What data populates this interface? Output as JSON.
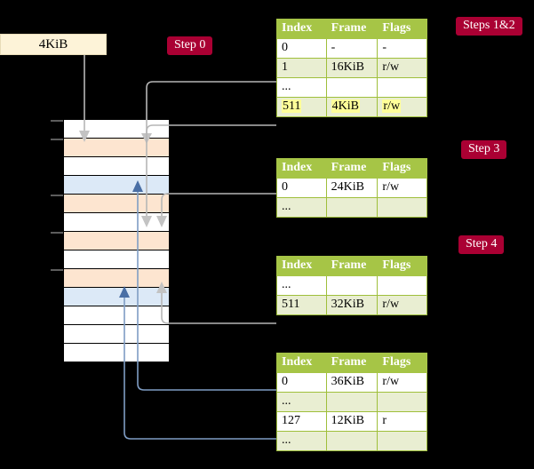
{
  "diagram": {
    "title_source_box": "4KiB",
    "badges": [
      {
        "name": "step-0",
        "label": "Step 0"
      },
      {
        "name": "steps-1-2",
        "label": "Steps 1&2"
      },
      {
        "name": "step-3",
        "label": "Step 3"
      },
      {
        "name": "step-4",
        "label": "Step 4"
      }
    ],
    "colors": {
      "background": "#000000",
      "table_header": "#a6c546",
      "table_alt_row": "#e9eed2",
      "badge": "#aa0033",
      "source_box": "#fdf3d8",
      "mem_orange": "#fde5d0",
      "mem_blue": "#dce9f7",
      "highlight": "#ffff99",
      "wire_gray": "#b6b6b6",
      "wire_blue": "#7f9dc4"
    },
    "memory_column": {
      "name": "physical-memory-column",
      "rows": [
        {
          "fill": "white",
          "tick": true
        },
        {
          "fill": "orange",
          "tick": true
        },
        {
          "fill": "white",
          "tick": false
        },
        {
          "fill": "blue",
          "tick": false
        },
        {
          "fill": "orange",
          "tick": true
        },
        {
          "fill": "white",
          "tick": false
        },
        {
          "fill": "orange",
          "tick": true
        },
        {
          "fill": "white",
          "tick": false
        },
        {
          "fill": "orange",
          "tick": true
        },
        {
          "fill": "blue",
          "tick": false
        },
        {
          "fill": "white",
          "tick": false
        },
        {
          "fill": "white",
          "tick": false
        },
        {
          "fill": "white",
          "tick": false
        }
      ]
    },
    "tables": [
      {
        "name": "page-table-level-1",
        "columns": [
          "Index",
          "Frame",
          "Flags"
        ],
        "rows": [
          {
            "index": "0",
            "frame": "-",
            "flags": "-",
            "alt": false,
            "highlight": false
          },
          {
            "index": "1",
            "frame": "16KiB",
            "flags": "r/w",
            "alt": true,
            "highlight": false
          },
          {
            "index": "...",
            "frame": "",
            "flags": "",
            "alt": false,
            "highlight": false
          },
          {
            "index": "511",
            "frame": "4KiB",
            "flags": "r/w",
            "alt": true,
            "highlight": true
          }
        ]
      },
      {
        "name": "page-table-level-2",
        "columns": [
          "Index",
          "Frame",
          "Flags"
        ],
        "rows": [
          {
            "index": "0",
            "frame": "24KiB",
            "flags": "r/w",
            "alt": false,
            "highlight": false
          },
          {
            "index": "...",
            "frame": "",
            "flags": "",
            "alt": true,
            "highlight": false
          }
        ]
      },
      {
        "name": "page-table-level-3",
        "columns": [
          "Index",
          "Frame",
          "Flags"
        ],
        "rows": [
          {
            "index": "...",
            "frame": "",
            "flags": "",
            "alt": false,
            "highlight": false
          },
          {
            "index": "511",
            "frame": "32KiB",
            "flags": "r/w",
            "alt": true,
            "highlight": false
          }
        ]
      },
      {
        "name": "page-table-level-4",
        "columns": [
          "Index",
          "Frame",
          "Flags"
        ],
        "rows": [
          {
            "index": "0",
            "frame": "36KiB",
            "flags": "r/w",
            "alt": false,
            "highlight": false
          },
          {
            "index": "...",
            "frame": "",
            "flags": "",
            "alt": true,
            "highlight": false
          },
          {
            "index": "127",
            "frame": "12KiB",
            "flags": "r",
            "alt": false,
            "highlight": false
          },
          {
            "index": "...",
            "frame": "",
            "flags": "",
            "alt": true,
            "highlight": false
          }
        ]
      }
    ]
  }
}
